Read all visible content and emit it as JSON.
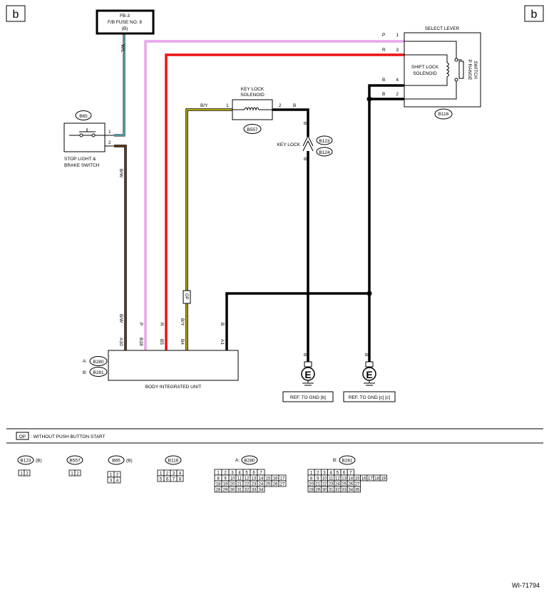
{
  "page_marker": "b",
  "fuse": {
    "line1": "FB-3",
    "line2": "F/B FUSE NO. 8",
    "line3": "(B)"
  },
  "select_lever": {
    "title": "SELECT LEVER",
    "solenoid_line1": "SHIFT LOCK",
    "solenoid_line2": "SOLENOID",
    "switch_line1": "P RANGE",
    "switch_line2": "SWITCH",
    "connector": "B116",
    "pin_p": "1",
    "pin_r": "3",
    "pin_b4": "4",
    "pin_b2": "2"
  },
  "stop_switch": {
    "connector": "B65",
    "line1": "STOP LIGHT &",
    "line2": "BRAKE SWITCH",
    "pin1": "1",
    "pin2": "2"
  },
  "key_lock_solenoid": {
    "line1": "KEY LOCK",
    "line2": "SOLENOID",
    "connector": "B557",
    "pin1": "1",
    "pin2": "2"
  },
  "key_lock": {
    "label": "KEY LOCK",
    "connector1": "B123",
    "connector2": "B124"
  },
  "wires": {
    "w_l": "W/L",
    "b_w": "B/W",
    "p": "P",
    "r": "R",
    "b_y": "B/Y",
    "b": "B",
    "op": "OP"
  },
  "body_unit": {
    "name": "BODY INTEGRATED UNIT",
    "conn_a_prefix": "A:",
    "conn_a": "B280",
    "conn_b_prefix": "B:",
    "conn_b": "B281",
    "pins": [
      "A10",
      "B18",
      "B5",
      "B4",
      "A1"
    ],
    "wire_labels": [
      "B/W",
      "P",
      "R",
      "B/Y",
      "B"
    ]
  },
  "grounds": [
    {
      "symbol": "E",
      "wire": "B",
      "ref": "REF. TO GND [b]"
    },
    {
      "symbol": "E",
      "wire": "B",
      "ref": "REF. TO GND [c] [c]"
    }
  ],
  "legend": {
    "code": "OP",
    "text": ": WITHOUT PUSH BUTTON START"
  },
  "connector_views": [
    {
      "id": "B123",
      "suffix": "(B)",
      "pins": [
        "1",
        "2"
      ]
    },
    {
      "id": "B557",
      "suffix": "",
      "pins": [
        "1",
        "2"
      ]
    },
    {
      "id": "B65",
      "suffix": "(B)",
      "pins": [
        "1",
        "2",
        "3",
        "4"
      ]
    },
    {
      "id": "B116",
      "suffix": "",
      "pins": [
        "1",
        "2",
        "3",
        "4",
        "5",
        "6",
        "7",
        "8"
      ]
    },
    {
      "id": "B280",
      "prefix": "A:",
      "suffix": "",
      "rows": [
        [
          "1",
          "2",
          "3",
          "4",
          "5",
          "6",
          "7"
        ],
        [
          "8",
          "9",
          "10",
          "11",
          "12",
          "13",
          "14",
          "15",
          "16",
          "17"
        ],
        [
          "18",
          "19",
          "20",
          "21",
          "22",
          "23",
          "24",
          "25",
          "26",
          "27"
        ],
        [
          "28",
          "29",
          "30",
          "31",
          "32",
          "33",
          "34"
        ]
      ]
    },
    {
      "id": "B281",
      "prefix": "B:",
      "suffix": "",
      "rows": [
        [
          "1",
          "2",
          "3",
          "4",
          "5",
          "6",
          "7"
        ],
        [
          "8",
          "9",
          "10",
          "11",
          "12",
          "13",
          "14",
          "15",
          "16",
          "17",
          "18",
          "19"
        ],
        [
          "20",
          "21",
          "22",
          "23",
          "24",
          "25",
          "26",
          "27"
        ],
        [
          "28",
          "29",
          "30",
          "31",
          "32",
          "33",
          "34",
          "35"
        ]
      ]
    }
  ],
  "figure_id": "WI-71794",
  "colors": {
    "pink": "#e9a6e9",
    "red": "#ee1111",
    "black": "#000000",
    "cyan": "#66ccdd",
    "brown": "#8b4513",
    "yellow": "#eedd00"
  }
}
